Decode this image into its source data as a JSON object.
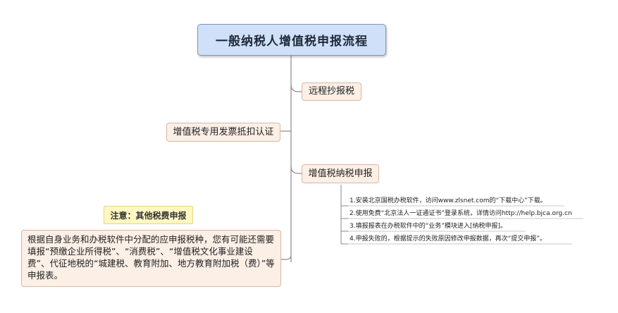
{
  "root": {
    "title": "一般纳税人增值税申报流程"
  },
  "branches": {
    "remote_copy": "远程抄报税",
    "invoice_auth": "增值税专用发票抵扣认证",
    "tax_filing": "增值税纳税申报"
  },
  "steps": [
    "1.安装北京国税办税软件，访问www.zlsnet.com的“下载中心”下载。",
    "2.使用免费“北京法人一证通证书”登录系统，详情访问http://help.bjca.org.cn",
    "3.填报报表在办税软件中的“业务”模块进入[纳税申报]。",
    "4.申报失败的，根据提示的失败原因修改申报数据，再次“提交申报”。"
  ],
  "note": {
    "label": "注意：其他税费申报",
    "text": "根据自身业务和办税软件中分配的应申报税种，您有可能还需要填报“预缴企业所得税”、“消费税”、“增值税文化事业建设费”、代征地税的“城建税、教育附加、地方教育附加税（费）”等申报表。"
  },
  "colors": {
    "root_fill": "#cfe0f8",
    "root_border": "#7e95b8",
    "node_fill": "#fbefe6",
    "node_border": "#d8b7a2",
    "note_label_fill": "#fff7c2",
    "connector": "#8a8a8a"
  }
}
